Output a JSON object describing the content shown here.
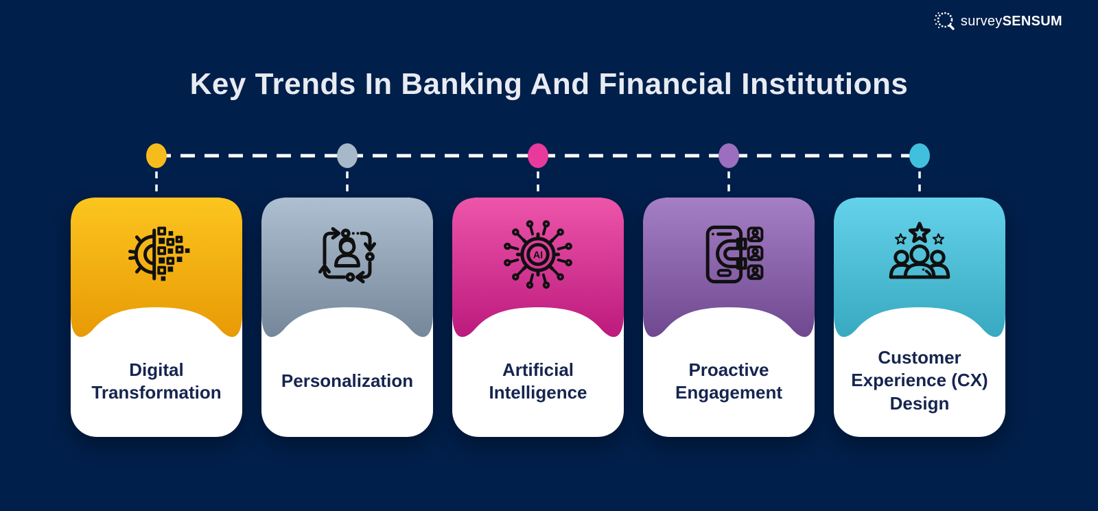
{
  "canvas": {
    "background_color": "#001f4a"
  },
  "logo": {
    "survey": "survey",
    "sensum": "SENSUM",
    "icon": "surveysensum-q-brain-icon",
    "color": "#ffffff"
  },
  "title": {
    "text": "Key Trends In Banking And Financial Institutions",
    "color": "#e8ebf2"
  },
  "timeline": {
    "line_color": "#ffffff",
    "style": "dashed"
  },
  "label_color": "#16254f",
  "cards": [
    {
      "label": "Digital Transformation",
      "icon": "digital-transformation-icon",
      "dot_color": "#f6bb1c",
      "gradient_top": "#fcc51f",
      "gradient_bottom": "#e89a05"
    },
    {
      "label": "Personalization",
      "icon": "personalization-icon",
      "dot_color": "#a7b9c9",
      "gradient_top": "#adbfd0",
      "gradient_bottom": "#75879a"
    },
    {
      "label": "Artificial Intelligence",
      "icon": "artificial-intelligence-icon",
      "ai_label": "AI",
      "dot_color": "#e83a9c",
      "gradient_top": "#ed55aa",
      "gradient_bottom": "#bc1a7d"
    },
    {
      "label": "Proactive Engagement",
      "icon": "proactive-engagement-icon",
      "dot_color": "#9c6ec0",
      "gradient_top": "#a57fc6",
      "gradient_bottom": "#6f4890"
    },
    {
      "label": "Customer Experience (CX) Design",
      "icon": "cx-design-icon",
      "dot_color": "#41c0dd",
      "gradient_top": "#64d2ea",
      "gradient_bottom": "#38a9c0"
    }
  ]
}
